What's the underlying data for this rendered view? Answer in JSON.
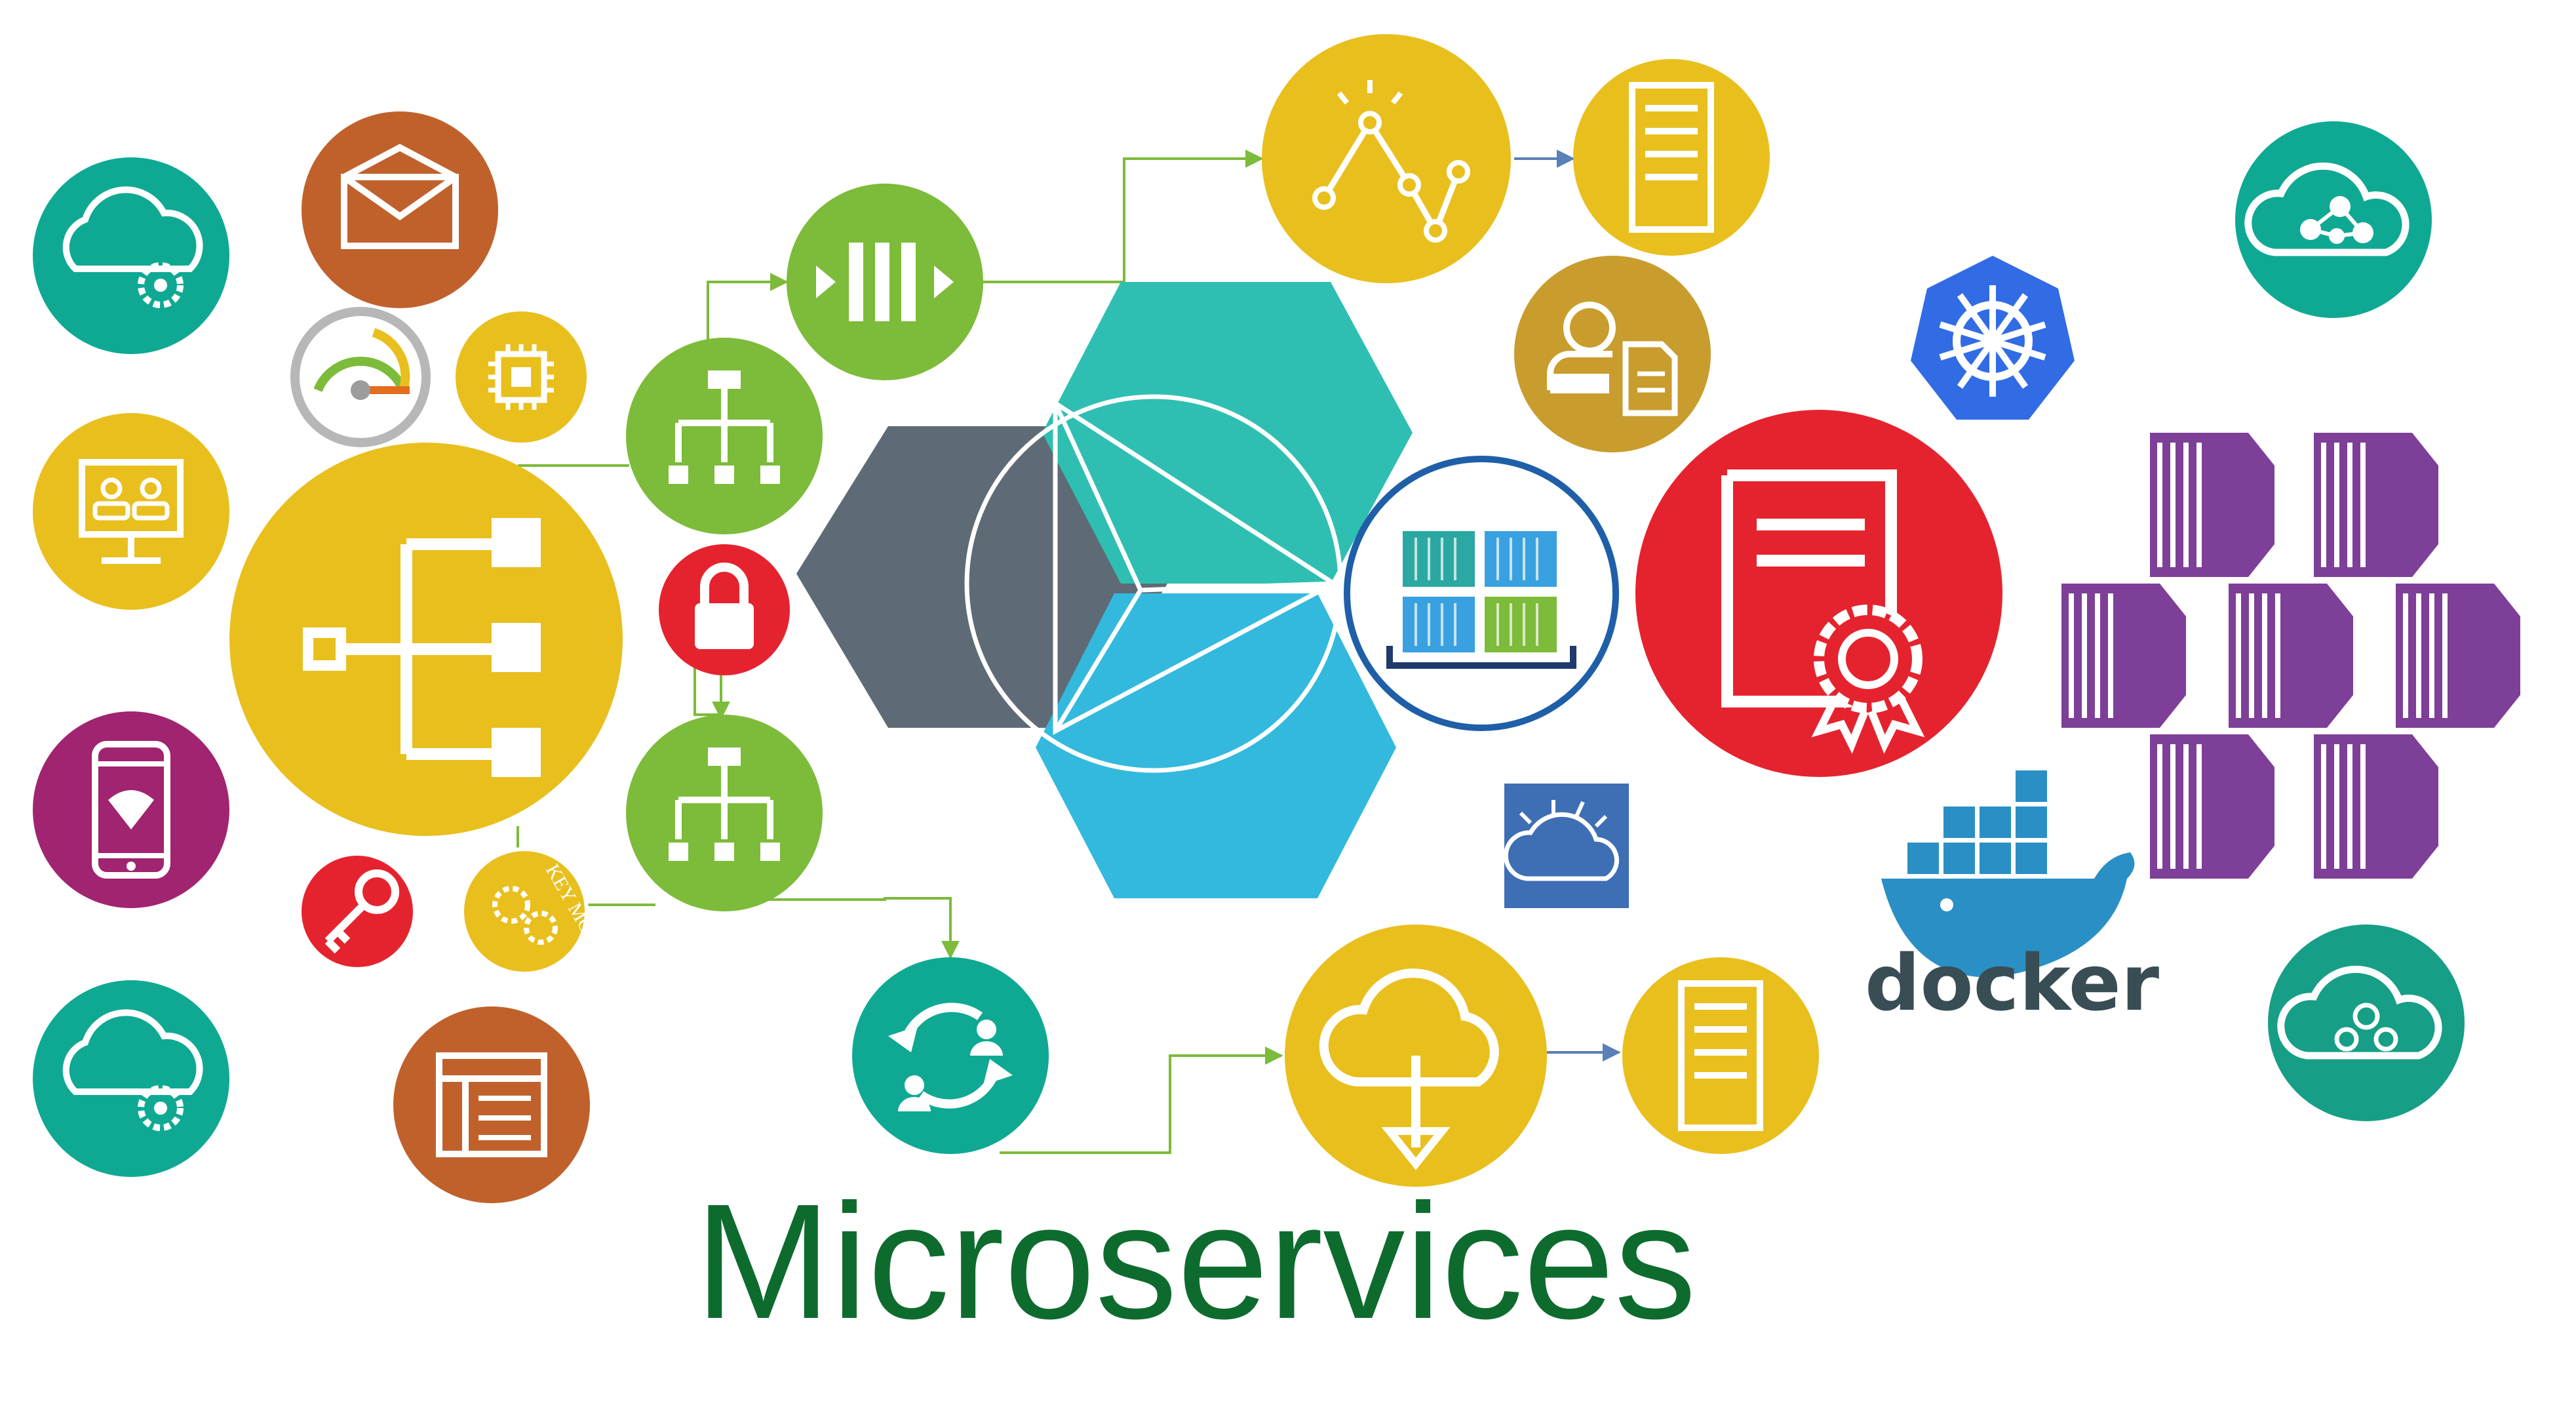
{
  "title": "Microservices",
  "docker_wordmark": "docker",
  "key_management_label": "KEY MGMT",
  "colors": {
    "teal": "#0fa993",
    "green": "#7dbb3a",
    "yellow": "#e9bf1e",
    "orange": "#c0612c",
    "red": "#e5232e",
    "magenta": "#a0246f",
    "slate": "#5e6b76",
    "hex_teal": "#2fbfb2",
    "hex_blue": "#33b9de",
    "kubernetes_blue": "#326ce5",
    "container_purple": "#7e3f98",
    "cloud_blue": "#3e6eb4",
    "docker_blue": "#2a8fc4",
    "title_green": "#0e6b2e",
    "connector_green": "#7dbb3a"
  },
  "icons": [
    "cloud-settings-icon",
    "envelope-icon",
    "speedometer-icon",
    "chip-icon",
    "monitor-users-icon",
    "hierarchy-icon",
    "mobile-wifi-icon",
    "key-icon",
    "gears-icon",
    "cloud-settings-icon",
    "layout-icon",
    "message-queue-icon",
    "hierarchy-icon",
    "lock-icon",
    "analytics-chart-icon",
    "server-icon",
    "user-document-icon",
    "containers-icon",
    "certificate-icon",
    "kubernetes-icon",
    "cloud-network-icon",
    "container-cluster-icon",
    "ibm-cloud-icon",
    "docker-whale-icon",
    "cloud-group-icon",
    "sync-users-icon",
    "cloud-download-icon",
    "server-icon"
  ]
}
